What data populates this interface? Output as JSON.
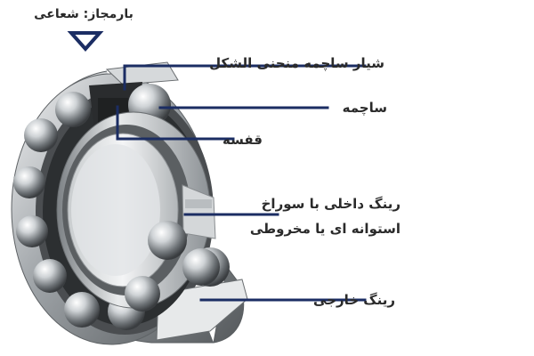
{
  "load_direction_label": "بارمجاز: شعاعی",
  "callouts": {
    "ball_track": "شیار ساچمه منحنی الشکل",
    "ball": "ساچمه",
    "cage": "قفسه",
    "inner_ring_line1": "رینگ داخلی با سوراخ",
    "inner_ring_line2": "استوانه ای یا مخروطی",
    "outer_ring": "رینگ خارجی"
  },
  "colors": {
    "leader_line": "#1b2d63",
    "load_arrow": "#1b2d63",
    "text": "#2a2a2a"
  }
}
